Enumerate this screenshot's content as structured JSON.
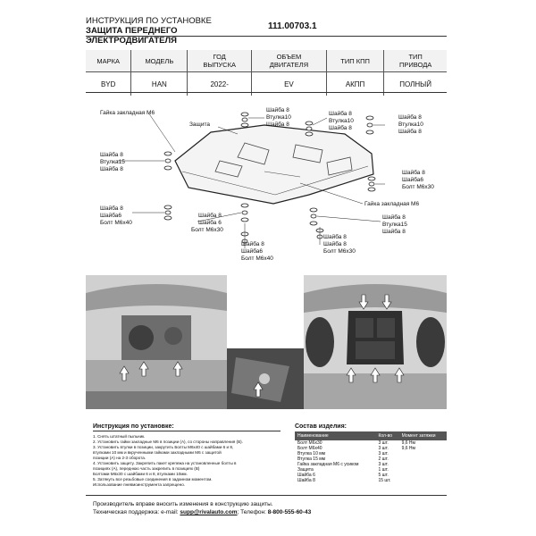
{
  "header": {
    "title_line1": "ИНСТРУКЦИЯ ПО УСТАНОВКЕ",
    "title_line2": "ЗАЩИТА ПЕРЕДНЕГО",
    "title_line3": "ЭЛЕКТРОДВИГАТЕЛЯ",
    "code": "111.00703.1"
  },
  "spec_table": {
    "headers": [
      "МАРКА",
      "МОДЕЛЬ",
      "ГОД\nВЫПУСКА",
      "ОБЪЕМ\nДВИГАТЕЛЯ",
      "ТИП КПП",
      "ТИП\nПРИВОДА"
    ],
    "values": [
      "BYD",
      "HAN",
      "2022-",
      "EV",
      "АКПП",
      "ПОЛНЫЙ"
    ]
  },
  "diagram_labels": {
    "gaika_m6_top": "Гайка закладная М6",
    "zashita": "Защита",
    "shaiba8_a": "Шайба 8",
    "vtulka10_a": "Втулка10",
    "shaiba8_b": "Шайба 8",
    "shaiba8_c": "Шайба 8",
    "vtulka10_b": "Втулка10",
    "shaiba8_d": "Шайба 8",
    "shaiba8_e": "Шайба 8",
    "vtulka10_c": "Втулка10",
    "shaiba8_f": "Шайба 8",
    "left_shaiba8_a": "Шайба 8",
    "left_vtulka15": "Втулка15",
    "left_shaiba8_b": "Шайба 8",
    "right_shaiba8": "Шайба 8",
    "right_shaiba6": "Шайба6",
    "right_bolt": "Болт М6х30",
    "gaika_m6_mid": "Гайка закладная М6",
    "left2_shaiba8": "Шайба 8",
    "left2_shaiba6": "Шайба6",
    "left2_bolt": "Болт М6х40",
    "mid_shaiba8": "Шайба 8",
    "mid_shaiba6": "Шайба 6",
    "mid_bolt": "Болт М6х30",
    "r2_shaiba8_a": "Шайба 8",
    "r2_vtulka15": "Втулка15",
    "r2_shaiba8_b": "Шайба 8",
    "bot_shaiba8_a": "Шайба 8",
    "bot_shaiba6": "Шайба6",
    "bot_bolt": "Болт М6х40",
    "bot2_shaiba8_a": "Шайба 8",
    "bot2_shaiba8_b": "Шайба 8",
    "bot2_bolt": "Болт М6х30"
  },
  "instructions": {
    "title": "Инструкция по установке:",
    "steps": [
      "1. Снять штатный пыльник.",
      "2. Установить гайки закладные М6 в позиции (А), со стороны направления (В).",
      "3. Установить втулки в позиции, закрутить Болты М6х40 с шайбами 6 и 8,",
      "   втулками 10 мм и вкрученными гайками закладными М6 с защитой",
      "   позиции (А) на 2-3 оборота.",
      "4. Установить защиту. Закрепить пакет крепежа на установленные болты в",
      "   позициях (А), переднюю часть закрепить в позициях (В)",
      "   Болтами М6х30 с шайбами 6 и 8, втулками 10мм.",
      "5. Затянуть все резьбовые соединения в заданном моментом.",
      "   Использование пневмоинструмента запрещено."
    ]
  },
  "parts": {
    "title": "Состав изделия:",
    "headers": [
      "Наименование",
      "Кол-во",
      "Момент затяжки"
    ],
    "rows": [
      [
        "Болт М6х30",
        "3 шт.",
        "9,6 Нм"
      ],
      [
        "Болт М6х40",
        "3 шт.",
        "9,6 Нм"
      ],
      [
        "Втулка 10 мм",
        "3 шт.",
        ""
      ],
      [
        "Втулка 15 мм",
        "2 шт.",
        ""
      ],
      [
        "Гайка закладная М6 с усиком",
        "3 шт.",
        ""
      ],
      [
        "Защита",
        "1 шт.",
        ""
      ],
      [
        "Шайба 6",
        "5 шт.",
        ""
      ],
      [
        "Шайба 8",
        "15 шт.",
        ""
      ]
    ]
  },
  "footer": {
    "line1": "Производитель вправе вносить изменения в конструкцию защиты.",
    "line2_prefix": "Техническая поддержка:  e-mail:",
    "email": "supp@rivalauto.com",
    "line2_sep": "; Телефон:",
    "phone": "8-800-555-60-43"
  }
}
